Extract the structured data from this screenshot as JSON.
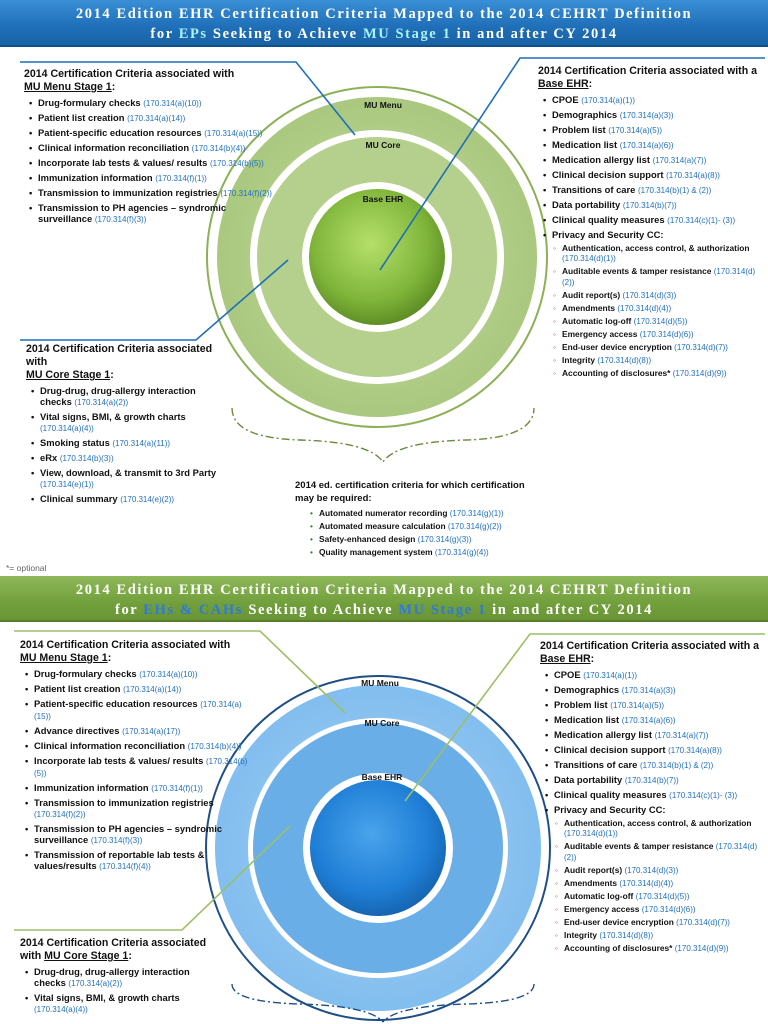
{
  "banner_eps": {
    "line1": "2014 Edition EHR Certification Criteria Mapped to the 2014 CEHRT Definition",
    "line2_pre": "for ",
    "line2_hl1": "EPs",
    "line2_mid": " Seeking to Achieve ",
    "line2_hl2": "MU Stage 1",
    "line2_post": " in and after CY 2014"
  },
  "banner_ehs": {
    "line1": "2014 Edition EHR Certification Criteria Mapped to the 2014 CEHRT Definition",
    "line2_pre": "for ",
    "line2_hl1": "EHs & CAHs",
    "line2_mid": " Seeking to Achieve ",
    "line2_hl2": "MU Stage 1",
    "line2_post": " in and after CY 2014"
  },
  "ring_labels": {
    "menu": "MU Menu",
    "core": "MU Core",
    "base": "Base EHR"
  },
  "colors": {
    "green_ring": "#a8c77a",
    "green_center": "#7fb53a",
    "blue_ring": "#6fb1e6",
    "blue_center": "#1f7fd6",
    "code_blue": "#1f6fc4"
  },
  "eps": {
    "menu": {
      "head_pre": "2014 Certification Criteria associated with",
      "head_u": "MU Menu Stage 1",
      "head_post": ":",
      "items": [
        {
          "label": "Drug-formulary checks",
          "code": "(170.314(a)(10))"
        },
        {
          "label": "Patient  list creation",
          "code": "(170.314(a)(14))"
        },
        {
          "label": "Patient-specific education resources",
          "code": "(170.314(a)(15))"
        },
        {
          "label": "Clinical information reconciliation",
          "code": "(170.314(b)(4))"
        },
        {
          "label": "Incorporate lab tests & values/ results",
          "code": "(170.314(b)(5))"
        },
        {
          "label": "Immunization information",
          "code": "(170.314(f)(1))"
        },
        {
          "label": "Transmission to immunization registries",
          "code": "(170.314(f)(2))"
        },
        {
          "label": "Transmission to PH agencies – syndromic surveillance",
          "code": "(170.314(f)(3))"
        }
      ]
    },
    "core": {
      "head_pre": "2014 Certification Criteria associated with",
      "head_u": "MU Core Stage 1",
      "head_post": ":",
      "items": [
        {
          "label": "Drug-drug, drug-allergy interaction checks",
          "code": "(170.314(a)(2))"
        },
        {
          "label": "Vital signs, BMI, & growth charts",
          "code": "(170.314(a)(4))"
        },
        {
          "label": "Smoking status",
          "code": "(170.314(a)(11))"
        },
        {
          "label": "eRx",
          "code": "(170.314(b)(3))"
        },
        {
          "label": "View, download, & transmit to 3rd Party",
          "code": "(170.314(e)(1))"
        },
        {
          "label": "Clinical summary",
          "code": "(170.314(e)(2))"
        }
      ]
    },
    "base": {
      "head_pre": "2014 Certification Criteria associated with a",
      "head_u": "Base EHR",
      "head_post": ":",
      "items": [
        {
          "label": "CPOE",
          "code": "(170.314(a)(1))"
        },
        {
          "label": "Demographics",
          "code": "(170.314(a)(3))"
        },
        {
          "label": "Problem list",
          "code": "(170.314(a)(5))"
        },
        {
          "label": "Medication list",
          "code": "(170.314(a)(6))"
        },
        {
          "label": "Medication allergy list",
          "code": "(170.314(a)(7))"
        },
        {
          "label": "Clinical decision support",
          "code": "(170.314(a)(8))"
        },
        {
          "label": "Transitions of care",
          "code": "(170.314(b)(1) & (2))"
        },
        {
          "label": "Data portability",
          "code": "(170.314(b)(7))"
        },
        {
          "label": "Clinical quality measures",
          "code": "(170.314(c)(1)- (3))"
        },
        {
          "label": "Privacy and Security CC:",
          "code": ""
        }
      ],
      "sub_items": [
        {
          "label": "Authentication, access control, & authorization",
          "code": "(170.314(d)(1))"
        },
        {
          "label": "Auditable events & tamper resistance",
          "code": "(170.314(d)(2))"
        },
        {
          "label": "Audit report(s)",
          "code": "(170.314(d)(3))"
        },
        {
          "label": "Amendments",
          "code": "(170.314(d)(4))"
        },
        {
          "label": "Automatic log-off",
          "code": "(170.314(d)(5))"
        },
        {
          "label": "Emergency access",
          "code": "(170.314(d)(6))"
        },
        {
          "label": "End-user device encryption",
          "code": "(170.314(d)(7))"
        },
        {
          "label": "Integrity",
          "code": "(170.314(d)(8))"
        },
        {
          "label": "Accounting of disclosures*",
          "code": "(170.314(d)(9))"
        }
      ]
    },
    "optional": {
      "head": "2014 ed. certification criteria for which certification may be required:",
      "items": [
        {
          "label": "Automated numerator recording",
          "code": "(170.314(g)(1))"
        },
        {
          "label": "Automated measure calculation",
          "code": "(170.314(g)(2))"
        },
        {
          "label": "Safety-enhanced design",
          "code": "(170.314(g)(3))"
        },
        {
          "label": "Quality management system",
          "code": "(170.314(g)(4))"
        }
      ]
    }
  },
  "footnote": "*= optional",
  "ehs": {
    "menu": {
      "head_pre": "2014 Certification Criteria associated with",
      "head_u": "MU Menu Stage 1",
      "head_post": ":",
      "items": [
        {
          "label": "Drug-formulary checks",
          "code": "(170.314(a)(10))"
        },
        {
          "label": "Patient  list creation",
          "code": "(170.314(a)(14))"
        },
        {
          "label": "Patient-specific education resources",
          "code": "(170.314(a)(15))"
        },
        {
          "label": "Advance directives",
          "code": "(170.314(a)(17))"
        },
        {
          "label": "Clinical information reconciliation",
          "code": "(170.314(b)(4))"
        },
        {
          "label": "Incorporate lab tests & values/ results",
          "code": "(170.314(b)(5))"
        },
        {
          "label": "Immunization information",
          "code": "(170.314(f)(1))"
        },
        {
          "label": "Transmission to immunization registries",
          "code": "(170.314(f)(2))"
        },
        {
          "label": "Transmission to PH agencies – syndromic surveillance",
          "code": "(170.314(f)(3))"
        },
        {
          "label": "Transmission of reportable lab tests & values/results",
          "code": "(170.314(f)(4))"
        }
      ]
    },
    "core": {
      "head_pre": "2014 Certification Criteria associated with",
      "head_u": "MU Core Stage 1",
      "head_post": ":",
      "items": [
        {
          "label": "Drug-drug, drug-allergy interaction checks",
          "code": "(170.314(a)(2))"
        },
        {
          "label": "Vital signs, BMI, & growth charts",
          "code": "(170.314(a)(4))"
        }
      ]
    },
    "base": {
      "head_pre": "2014 Certification Criteria associated with a",
      "head_u": "Base EHR",
      "head_post": ":",
      "items": [
        {
          "label": "CPOE",
          "code": "(170.314(a)(1))"
        },
        {
          "label": "Demographics",
          "code": "(170.314(a)(3))"
        },
        {
          "label": "Problem list",
          "code": "(170.314(a)(5))"
        },
        {
          "label": "Medication list",
          "code": "(170.314(a)(6))"
        },
        {
          "label": "Medication allergy list",
          "code": "(170.314(a)(7))"
        },
        {
          "label": "Clinical decision support",
          "code": "(170.314(a)(8))"
        },
        {
          "label": "Transitions of care",
          "code": "(170.314(b)(1) & (2))"
        },
        {
          "label": "Data portability",
          "code": "(170.314(b)(7))"
        },
        {
          "label": "Clinical quality measures",
          "code": "(170.314(c)(1)- (3))"
        },
        {
          "label": "Privacy and Security CC:",
          "code": ""
        }
      ],
      "sub_items": [
        {
          "label": "Authentication, access control, & authorization",
          "code": "(170.314(d)(1))"
        },
        {
          "label": "Auditable events & tamper resistance",
          "code": "(170.314(d)(2))"
        },
        {
          "label": "Audit report(s)",
          "code": "(170.314(d)(3))"
        },
        {
          "label": "Amendments",
          "code": "(170.314(d)(4))"
        },
        {
          "label": "Automatic log-off",
          "code": "(170.314(d)(5))"
        },
        {
          "label": "Emergency access",
          "code": "(170.314(d)(6))"
        },
        {
          "label": "End-user device encryption",
          "code": "(170.314(d)(7))"
        },
        {
          "label": "Integrity",
          "code": "(170.314(d)(8))"
        },
        {
          "label": "Accounting of disclosures*",
          "code": "(170.314(d)(9))"
        }
      ]
    }
  }
}
